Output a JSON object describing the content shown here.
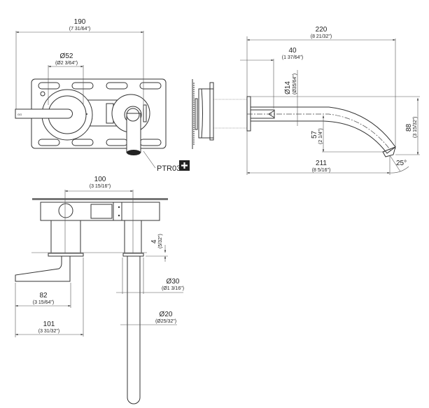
{
  "front_view": {
    "width": {
      "mm": "190",
      "inch": "(7 31/64\")"
    },
    "handle_diameter": {
      "mm": "Ø52",
      "inch": "(Ø2 3/64\")"
    },
    "lever_mark": "GG",
    "part_label": "PTR03",
    "plus_icon": "plus"
  },
  "side_view": {
    "spout_length": {
      "mm": "220",
      "inch": "(8 21/32\")"
    },
    "depth": {
      "mm": "40",
      "inch": "(1 37/64\")"
    },
    "aerator_diameter": {
      "mm": "Ø14",
      "inch": "(Ø35/64\")"
    },
    "height": {
      "mm": "88",
      "inch": "(3 15/32\")"
    },
    "outlet_drop": {
      "mm": "57",
      "inch": "(2 1/4\")"
    },
    "projection": {
      "mm": "211",
      "inch": "(8 5/16\")"
    },
    "angle": "25°"
  },
  "top_view": {
    "centers": {
      "mm": "100",
      "inch": "(3 15/16\")"
    },
    "rosette": {
      "mm": "4",
      "inch": "(5/32\")"
    },
    "rosette_diameter": {
      "mm": "Ø30",
      "inch": "(Ø1 3/16\")"
    },
    "spout_diameter": {
      "mm": "Ø20",
      "inch": "(Ø25/32\")"
    },
    "lever_length": {
      "mm": "82",
      "inch": "(3 15/64\")"
    },
    "lever_total": {
      "mm": "101",
      "inch": "(3 31/32\")"
    }
  }
}
